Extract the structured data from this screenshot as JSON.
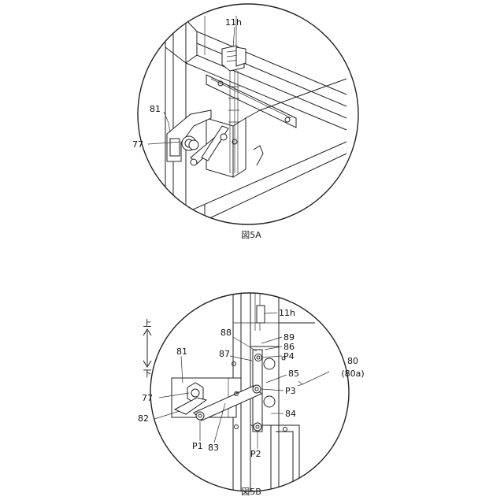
{
  "figures": [
    {
      "id": "fig5a",
      "caption": "図5A",
      "labels": {
        "l11h": "11h",
        "l81": "81",
        "l77": "77"
      }
    },
    {
      "id": "fig5b",
      "caption": "図5B",
      "labels": {
        "l11h": "11h",
        "l81": "81",
        "l77": "77",
        "l82": "82",
        "l83": "83",
        "l84": "84",
        "l85": "85",
        "l86": "86",
        "l87": "87",
        "l88": "88",
        "l89": "89",
        "l80": "80",
        "l80a": "(80a)",
        "lP1": "P1",
        "lP2": "P2",
        "lP3": "P3",
        "lP4": "P4"
      },
      "direction": {
        "up": "上",
        "down": "下"
      }
    }
  ]
}
